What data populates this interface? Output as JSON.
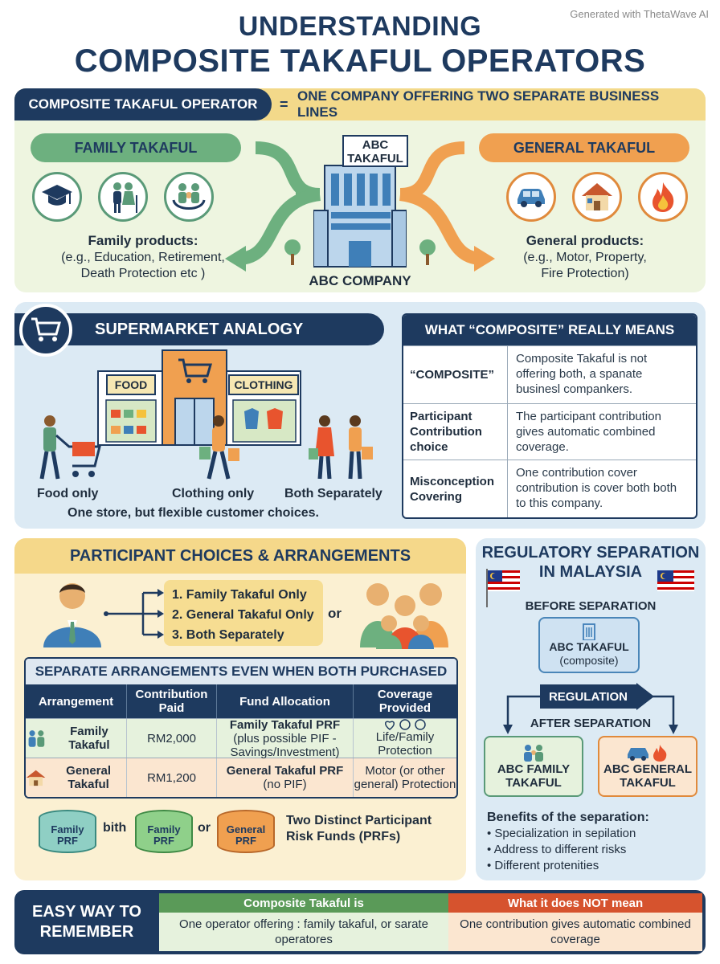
{
  "watermark": "Generated with ThetaWave AI",
  "title": {
    "line1": "UNDERSTANDING",
    "line2": "COMPOSITE TAKAFUL OPERATORS"
  },
  "definition": {
    "term": "COMPOSITE TAKAFUL OPERATOR",
    "equals": "=",
    "meaning": "ONE COMPANY OFFERING TWO SEPARATE BUSINESS LINES"
  },
  "overview": {
    "family_label": "FAMILY TAKAFUL",
    "general_label": "GENERAL TAKAFUL",
    "building_sign_1": "ABC",
    "building_sign_2": "TAKAFUL",
    "company_label": "ABC COMPANY",
    "family_products_title": "Family products:",
    "family_products_desc_1": "(e.g., Education, Retirement,",
    "family_products_desc_2": "Death Protection etc )",
    "general_products_title": "General products:",
    "general_products_desc_1": "(e.g., Motor, Property,",
    "general_products_desc_2": "Fire Protection)"
  },
  "analogy": {
    "title": "SUPERMARKET ANALOGY",
    "sign_food": "FOOD",
    "sign_clothing": "CLOTHING",
    "caption_food": "Food only",
    "caption_clothing": "Clothing only",
    "caption_both": "Both Separately",
    "summary": "One store, but flexible customer choices."
  },
  "composite_meaning": {
    "title": "WHAT “COMPOSITE” REALLY MEANS",
    "rows": [
      {
        "key": "“COMPOSITE”",
        "value": "Composite Takaful is not offering both, a spanate businesl compankers."
      },
      {
        "key": "Participant Contribution choice",
        "value": "The participant contribution gives automatic combined coverage."
      },
      {
        "key": "Misconception Covering",
        "value": "One contribution cover contribution is cover both both to this company."
      }
    ]
  },
  "choices": {
    "title": "PARTICIPANT CHOICES & ARRANGEMENTS",
    "options": [
      "1. Family Takaful Only",
      "2. General Takaful Only",
      "3. Both Separately"
    ],
    "or_label": "or"
  },
  "arrangements": {
    "title": "SEPARATE ARRANGEMENTS EVEN WHEN BOTH PURCHASED",
    "headers": [
      "Arrangement",
      "Contribution Paid",
      "Fund Allocation",
      "Coverage Provided"
    ],
    "rows": [
      {
        "arrangement": "Family Takaful",
        "paid": "RM2,000",
        "fund_main": "Family Takaful PRF",
        "fund_note": "(plus possible PIF - Savings/Investment)",
        "coverage": "Life/Family Protection"
      },
      {
        "arrangement": "General Takaful",
        "paid": "RM1,200",
        "fund_main": "General Takaful PRF",
        "fund_note": "(no PIF)",
        "coverage": "Motor (or other general) Protection"
      }
    ]
  },
  "funds": {
    "fund1": "Family PRF",
    "join1": "bith",
    "fund2": "Family PRF",
    "join2": "or",
    "fund3": "General PRF",
    "caption": "Two Distinct Participant Risk Funds (PRFs)"
  },
  "regulatory": {
    "title_1": "REGULATORY SEPARATION",
    "title_2": "IN MALAYSIA",
    "before": "BEFORE SEPARATION",
    "before_box_1": "ABC TAKAFUL",
    "before_box_2": "(composite)",
    "regulation": "REGULATION",
    "after": "AFTER SEPARATION",
    "family_box": "ABC FAMILY TAKAFUL",
    "general_box": "ABC GENERAL TAKAFUL",
    "benefits_title": "Benefits of the separation:",
    "benefits": [
      "Specialization in sepilation",
      "Address to different risks",
      "Different protenities"
    ]
  },
  "remember": {
    "label": "EASY WAY TO REMEMBER",
    "is_title": "Composite Takaful is",
    "is_text": "One operator offering : family takaful, or sarate operatores",
    "not_title": "What it does NOT mean",
    "not_text": "One contribution gives automatic combined coverage"
  },
  "colors": {
    "navy": "#1e3a5f",
    "green": "#5a9a78",
    "orange": "#e08a3c"
  }
}
